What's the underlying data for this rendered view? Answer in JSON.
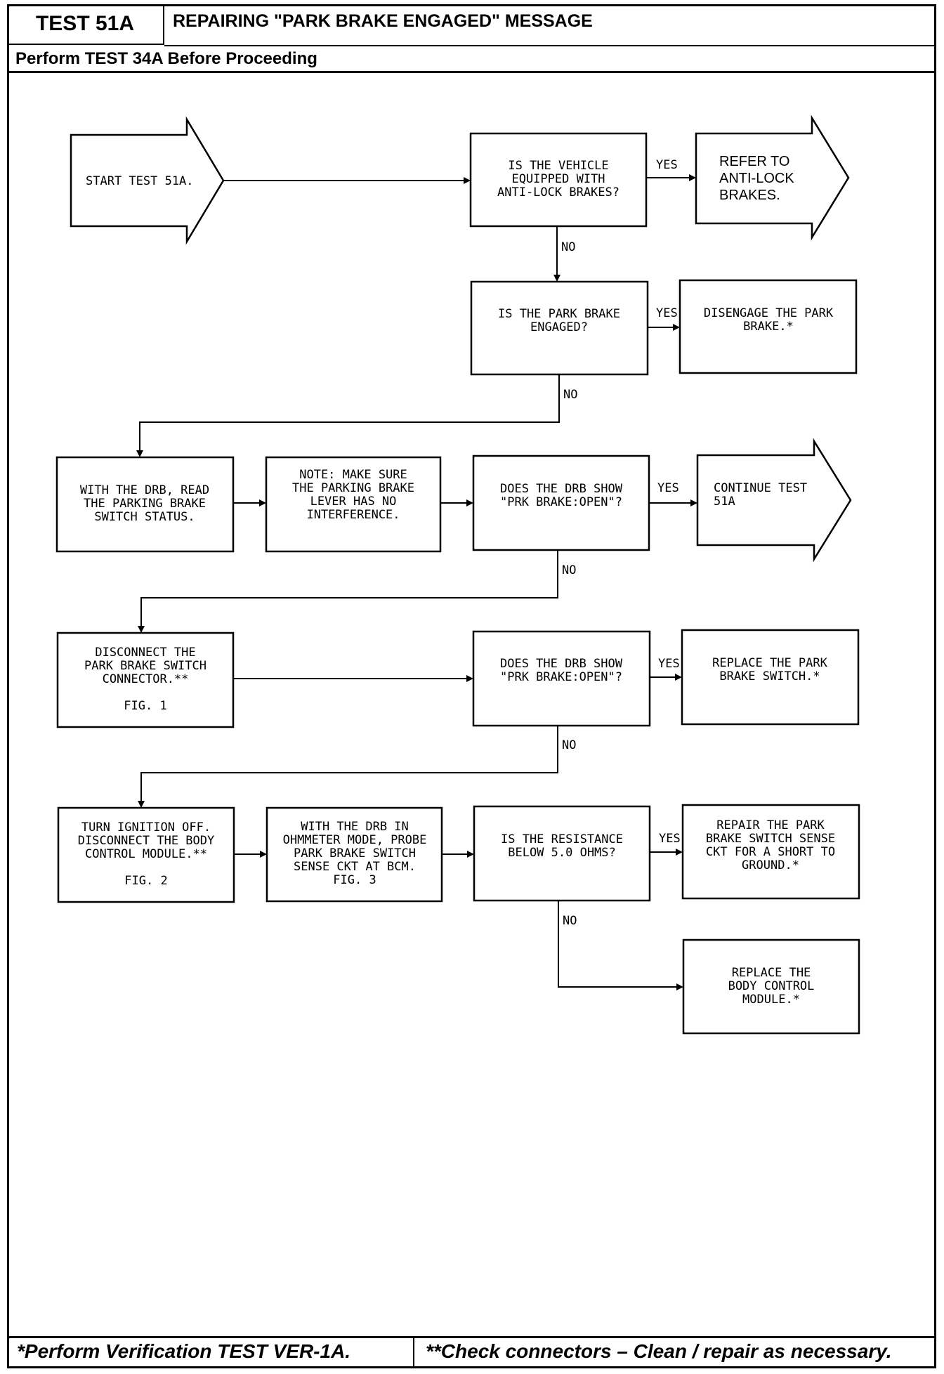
{
  "header": {
    "test_id": "TEST 51A",
    "title": "REPAIRING \"PARK BRAKE ENGAGED\" MESSAGE",
    "subtitle": "Perform TEST 34A Before Proceeding"
  },
  "footer": {
    "left": "*Perform Verification TEST VER-1A.",
    "right": "**Check connectors – Clean / repair as necessary."
  },
  "nodes": {
    "start": {
      "lines": [
        "START TEST 51A."
      ]
    },
    "q_abs": {
      "lines": [
        "IS THE VEHICLE",
        "EQUIPPED WITH",
        "ANTI-LOCK BRAKES?"
      ]
    },
    "refer_abs": {
      "lines": [
        "REFER TO",
        "ANTI-LOCK",
        "BRAKES."
      ]
    },
    "q_engaged": {
      "lines": [
        "IS THE PARK BRAKE",
        "ENGAGED?"
      ]
    },
    "disengage": {
      "lines": [
        "DISENGAGE THE PARK",
        "BRAKE.*"
      ]
    },
    "read_status": {
      "lines": [
        "WITH THE DRB, READ",
        "THE PARKING BRAKE",
        "SWITCH STATUS."
      ]
    },
    "note": {
      "lines": [
        "NOTE: MAKE SURE",
        "THE PARKING BRAKE",
        "LEVER HAS NO",
        "INTERFERENCE."
      ]
    },
    "q_open1": {
      "lines": [
        "DOES THE DRB SHOW",
        "\"PRK BRAKE:OPEN\"?"
      ]
    },
    "continue": {
      "lines": [
        "CONTINUE TEST",
        "51A"
      ]
    },
    "disconnect_switch": {
      "lines": [
        "DISCONNECT THE",
        "PARK BRAKE SWITCH",
        "CONNECTOR.**",
        "",
        "FIG. 1"
      ]
    },
    "q_open2": {
      "lines": [
        "DOES THE DRB SHOW",
        "\"PRK BRAKE:OPEN\"?"
      ]
    },
    "replace_switch": {
      "lines": [
        "REPLACE THE PARK",
        "BRAKE SWITCH.*"
      ]
    },
    "ign_off": {
      "lines": [
        "TURN IGNITION OFF.",
        "DISCONNECT THE BODY",
        "CONTROL MODULE.**",
        "",
        "FIG. 2"
      ]
    },
    "probe": {
      "lines": [
        "WITH THE DRB IN",
        "OHMMETER MODE, PROBE",
        "PARK BRAKE SWITCH",
        "SENSE CKT AT BCM.",
        "FIG. 3"
      ]
    },
    "q_resist": {
      "lines": [
        "IS THE RESISTANCE",
        "BELOW 5.0 OHMS?"
      ]
    },
    "repair_short": {
      "lines": [
        "REPAIR THE PARK",
        "BRAKE SWITCH SENSE",
        "CKT FOR A SHORT TO",
        "GROUND.*"
      ]
    },
    "replace_bcm": {
      "lines": [
        "REPLACE THE",
        "BODY CONTROL",
        "MODULE.*"
      ]
    }
  },
  "edge_labels": {
    "yes": "YES",
    "no": "NO"
  }
}
